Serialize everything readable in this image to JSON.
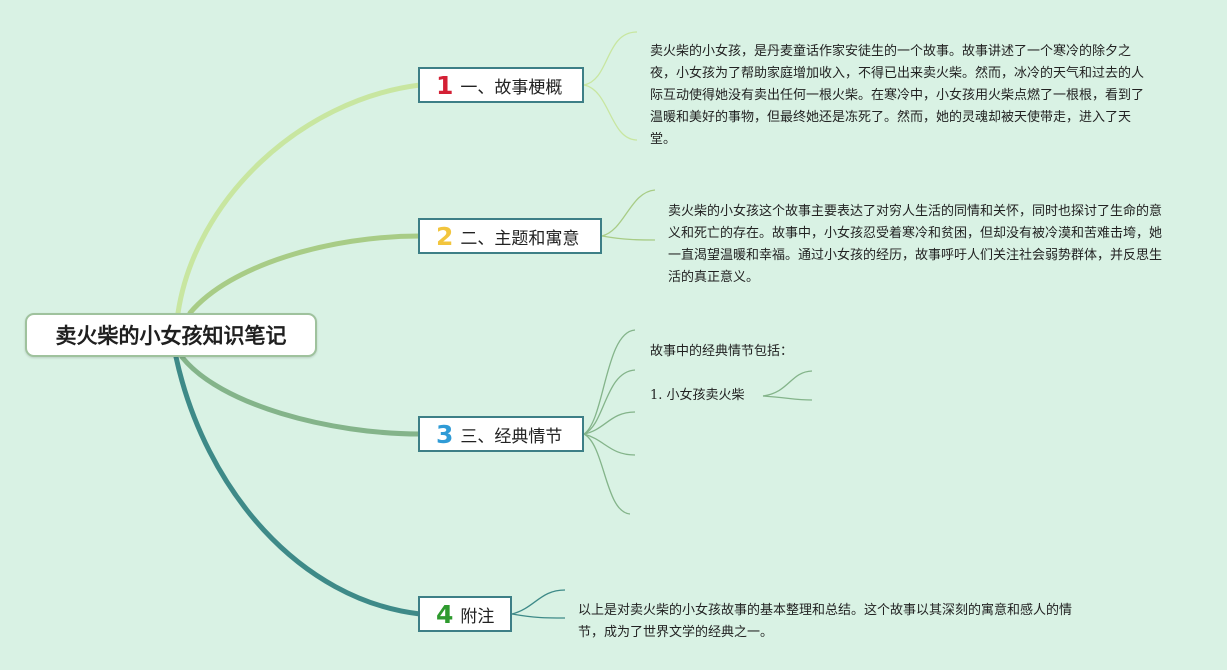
{
  "root": {
    "title": "卖火柴的小女孩知识笔记"
  },
  "branches": [
    {
      "number": "1",
      "label": "一、故事梗概",
      "number_color": "#d42035",
      "note": "卖火柴的小女孩，是丹麦童话作家安徒生的一个故事。故事讲述了一个寒冷的除夕之夜，小女孩为了帮助家庭增加收入，不得已出来卖火柴。然而，冰冷的天气和过去的人际互动使得她没有卖出任何一根火柴。在寒冷中，小女孩用火柴点燃了一根根，看到了温暖和美好的事物，但最终她还是冻死了。然而，她的灵魂却被天使带走，进入了天堂。"
    },
    {
      "number": "2",
      "label": "二、主题和寓意",
      "number_color": "#f2c53d",
      "note": "卖火柴的小女孩这个故事主要表达了对穷人生活的同情和关怀，同时也探讨了生命的意义和死亡的存在。故事中，小女孩忍受着寒冷和贫困，但却没有被冷漠和苦难击垮，她一直渴望温暖和幸福。通过小女孩的经历，故事呼吁人们关注社会弱势群体，并反思生活的真正意义。"
    },
    {
      "number": "3",
      "label": "三、经典情节",
      "number_color": "#2f9bd6",
      "intro": "故事中的经典情节包括：",
      "item1": "1. 小女孩卖火柴"
    },
    {
      "number": "4",
      "label": "附注",
      "number_color": "#2e9a2e",
      "note": "以上是对卖火柴的小女孩故事的基本整理和总结。这个故事以其深刻的寓意和感人的情节，成为了世界文学的经典之一。"
    }
  ],
  "colors": {
    "background": "#d9f2e4",
    "branch_border": "#3d7f86",
    "link_1": "#c8e6a0",
    "link_2": "#a8cc86",
    "link_3": "#84b48a",
    "link_4": "#3e8a88"
  }
}
